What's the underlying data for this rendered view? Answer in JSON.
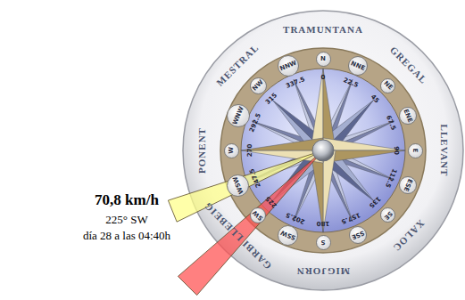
{
  "diagram": {
    "nodes": [
      {
        "text": [
          "N"
        ]
      },
      {
        "text": [
          "NNE"
        ]
      },
      {
        "text": [
          "NE"
        ]
      },
      {
        "text": [
          "ENE"
        ]
      },
      {
        "text": [
          "E"
        ]
      },
      {
        "text": [
          "ESE"
        ]
      },
      {
        "text": [
          "SE"
        ]
      },
      {
        "text": [
          "SSE"
        ]
      },
      {
        "text": [
          "S"
        ]
      },
      {
        "text": [
          "SSW"
        ]
      },
      {
        "text": [
          "SW"
        ]
      },
      {
        "text": [
          "WSW"
        ]
      },
      {
        "text": [
          "W"
        ]
      },
      {
        "text": [
          "WNW"
        ]
      },
      {
        "text": [
          "NW"
        ]
      },
      {
        "text": [
          "NNW"
        ]
      }
    ],
    "labels": [
      "TRAMUNTANA",
      "GREGAL",
      "LLEVANT",
      "XALOC",
      "MIGJORN",
      "GARBI LLEBEIG",
      "PONENT",
      "MESTRAL",
      "0",
      "22.5",
      "45",
      "67.5",
      "90",
      "112.5",
      "135",
      "157.5",
      "180",
      "202.5",
      "225",
      "247.5",
      "270",
      "292.5",
      "315",
      "337.5",
      "70,8 km/h",
      "225° SW",
      "día 28 a las 04:40h"
    ]
  }
}
